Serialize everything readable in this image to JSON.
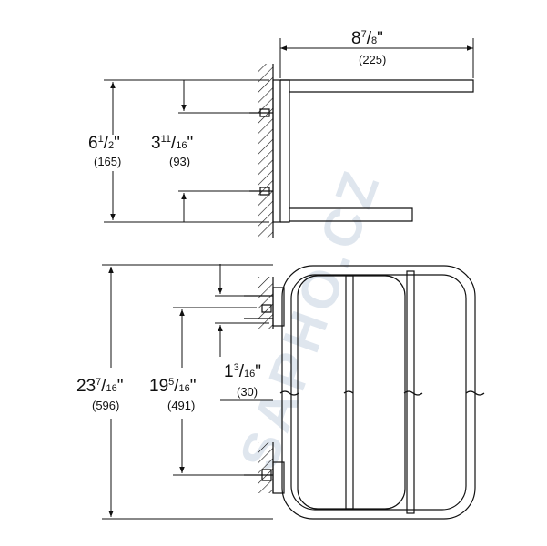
{
  "watermark": "SAPHO.CZ",
  "dimensions": {
    "top_width": {
      "whole": "8",
      "num": "7",
      "den": "8",
      "inch": "\"",
      "mm": "(225)"
    },
    "height_total_top": {
      "whole": "6",
      "num": "1",
      "den": "2",
      "inch": "\"",
      "mm": "(165)"
    },
    "screw_spacing_top": {
      "whole": "3",
      "num": "11",
      "den": "16",
      "inch": "\"",
      "mm": "(93)"
    },
    "length_total": {
      "whole": "23",
      "num": "7",
      "den": "16",
      "inch": "\"",
      "mm": "(596)"
    },
    "screw_spacing_bottom": {
      "whole": "19",
      "num": "5",
      "den": "16",
      "inch": "\"",
      "mm": "(491)"
    },
    "offset_bottom": {
      "whole": "1",
      "num": "3",
      "den": "16",
      "inch": "\"",
      "mm": "(30)"
    }
  },
  "colors": {
    "line": "#111111",
    "watermark": "#dfe6ee"
  }
}
